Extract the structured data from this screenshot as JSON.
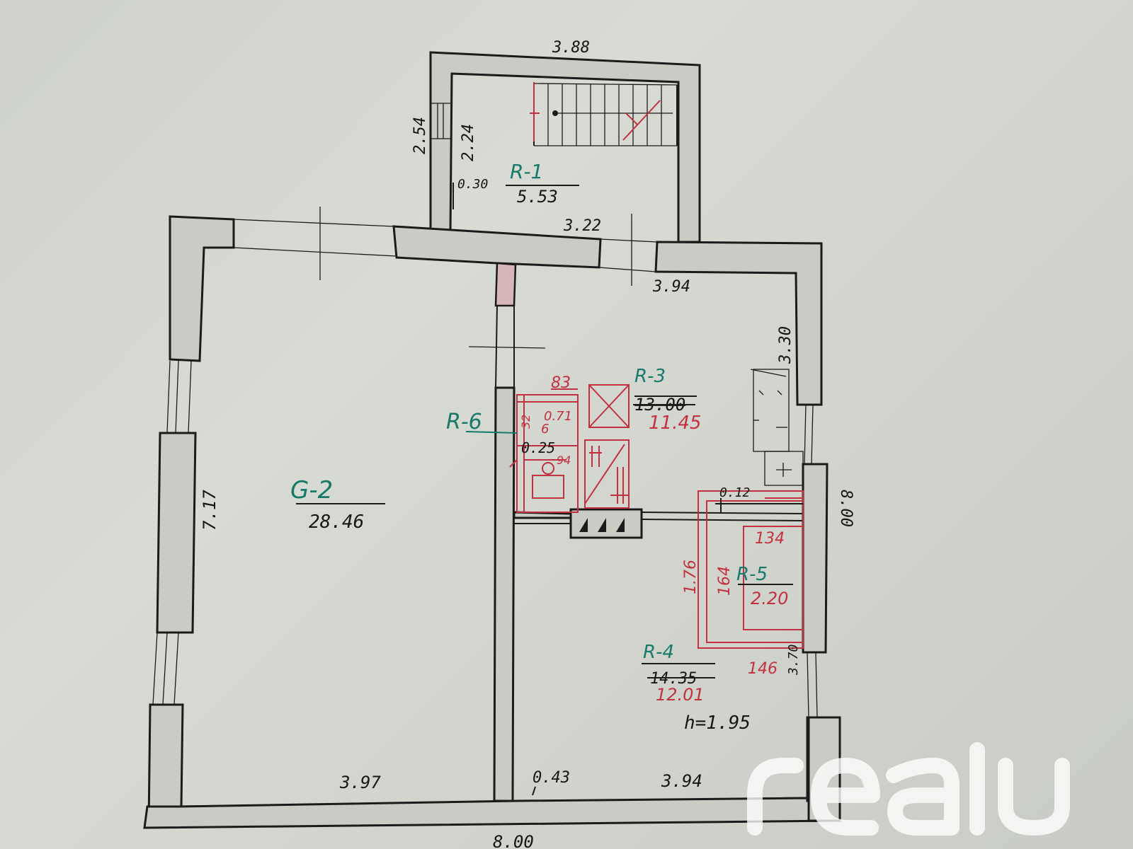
{
  "rooms": {
    "r1": {
      "label": "R-1",
      "area": "5.53"
    },
    "g2": {
      "label": "G-2",
      "area": "28.46"
    },
    "r3": {
      "label": "R-3",
      "area_old": "13.00",
      "area_new": "11.45"
    },
    "r4": {
      "label": "R-4",
      "area_old": "14.35",
      "area_new": "12.01",
      "height": "h=1.95"
    },
    "r5": {
      "label": "R-5",
      "area": "2.20"
    },
    "r6": {
      "label": "R-6",
      "area_top": "0.71",
      "area_mid": "6",
      "area_bottom": "0.25"
    }
  },
  "dims": {
    "top_388": "3.88",
    "left_254": "2.54",
    "inner_224": "2.24",
    "inner_030": "0.30",
    "stair_322": "3.22",
    "r3_394": "3.94",
    "right_330": "3.30",
    "right_800": "8.00",
    "g2_717": "7.17",
    "g2_397": "3.97",
    "r4_043": "0.43",
    "r4_394": "3.94",
    "bottom_total": "8.00",
    "r5_370": "3.70",
    "r5_012": "0.12",
    "red_83": "83",
    "red_134": "134",
    "red_164": "164",
    "red_176": "1.76",
    "red_146": "146",
    "red_32": "32",
    "red_94": "94"
  },
  "watermark": {
    "text": "realu"
  },
  "colors": {
    "wall": "#c9cbc5",
    "ink": "#1b1b1b",
    "red_ink": "#c23140",
    "teal_ink": "#167a6a"
  }
}
